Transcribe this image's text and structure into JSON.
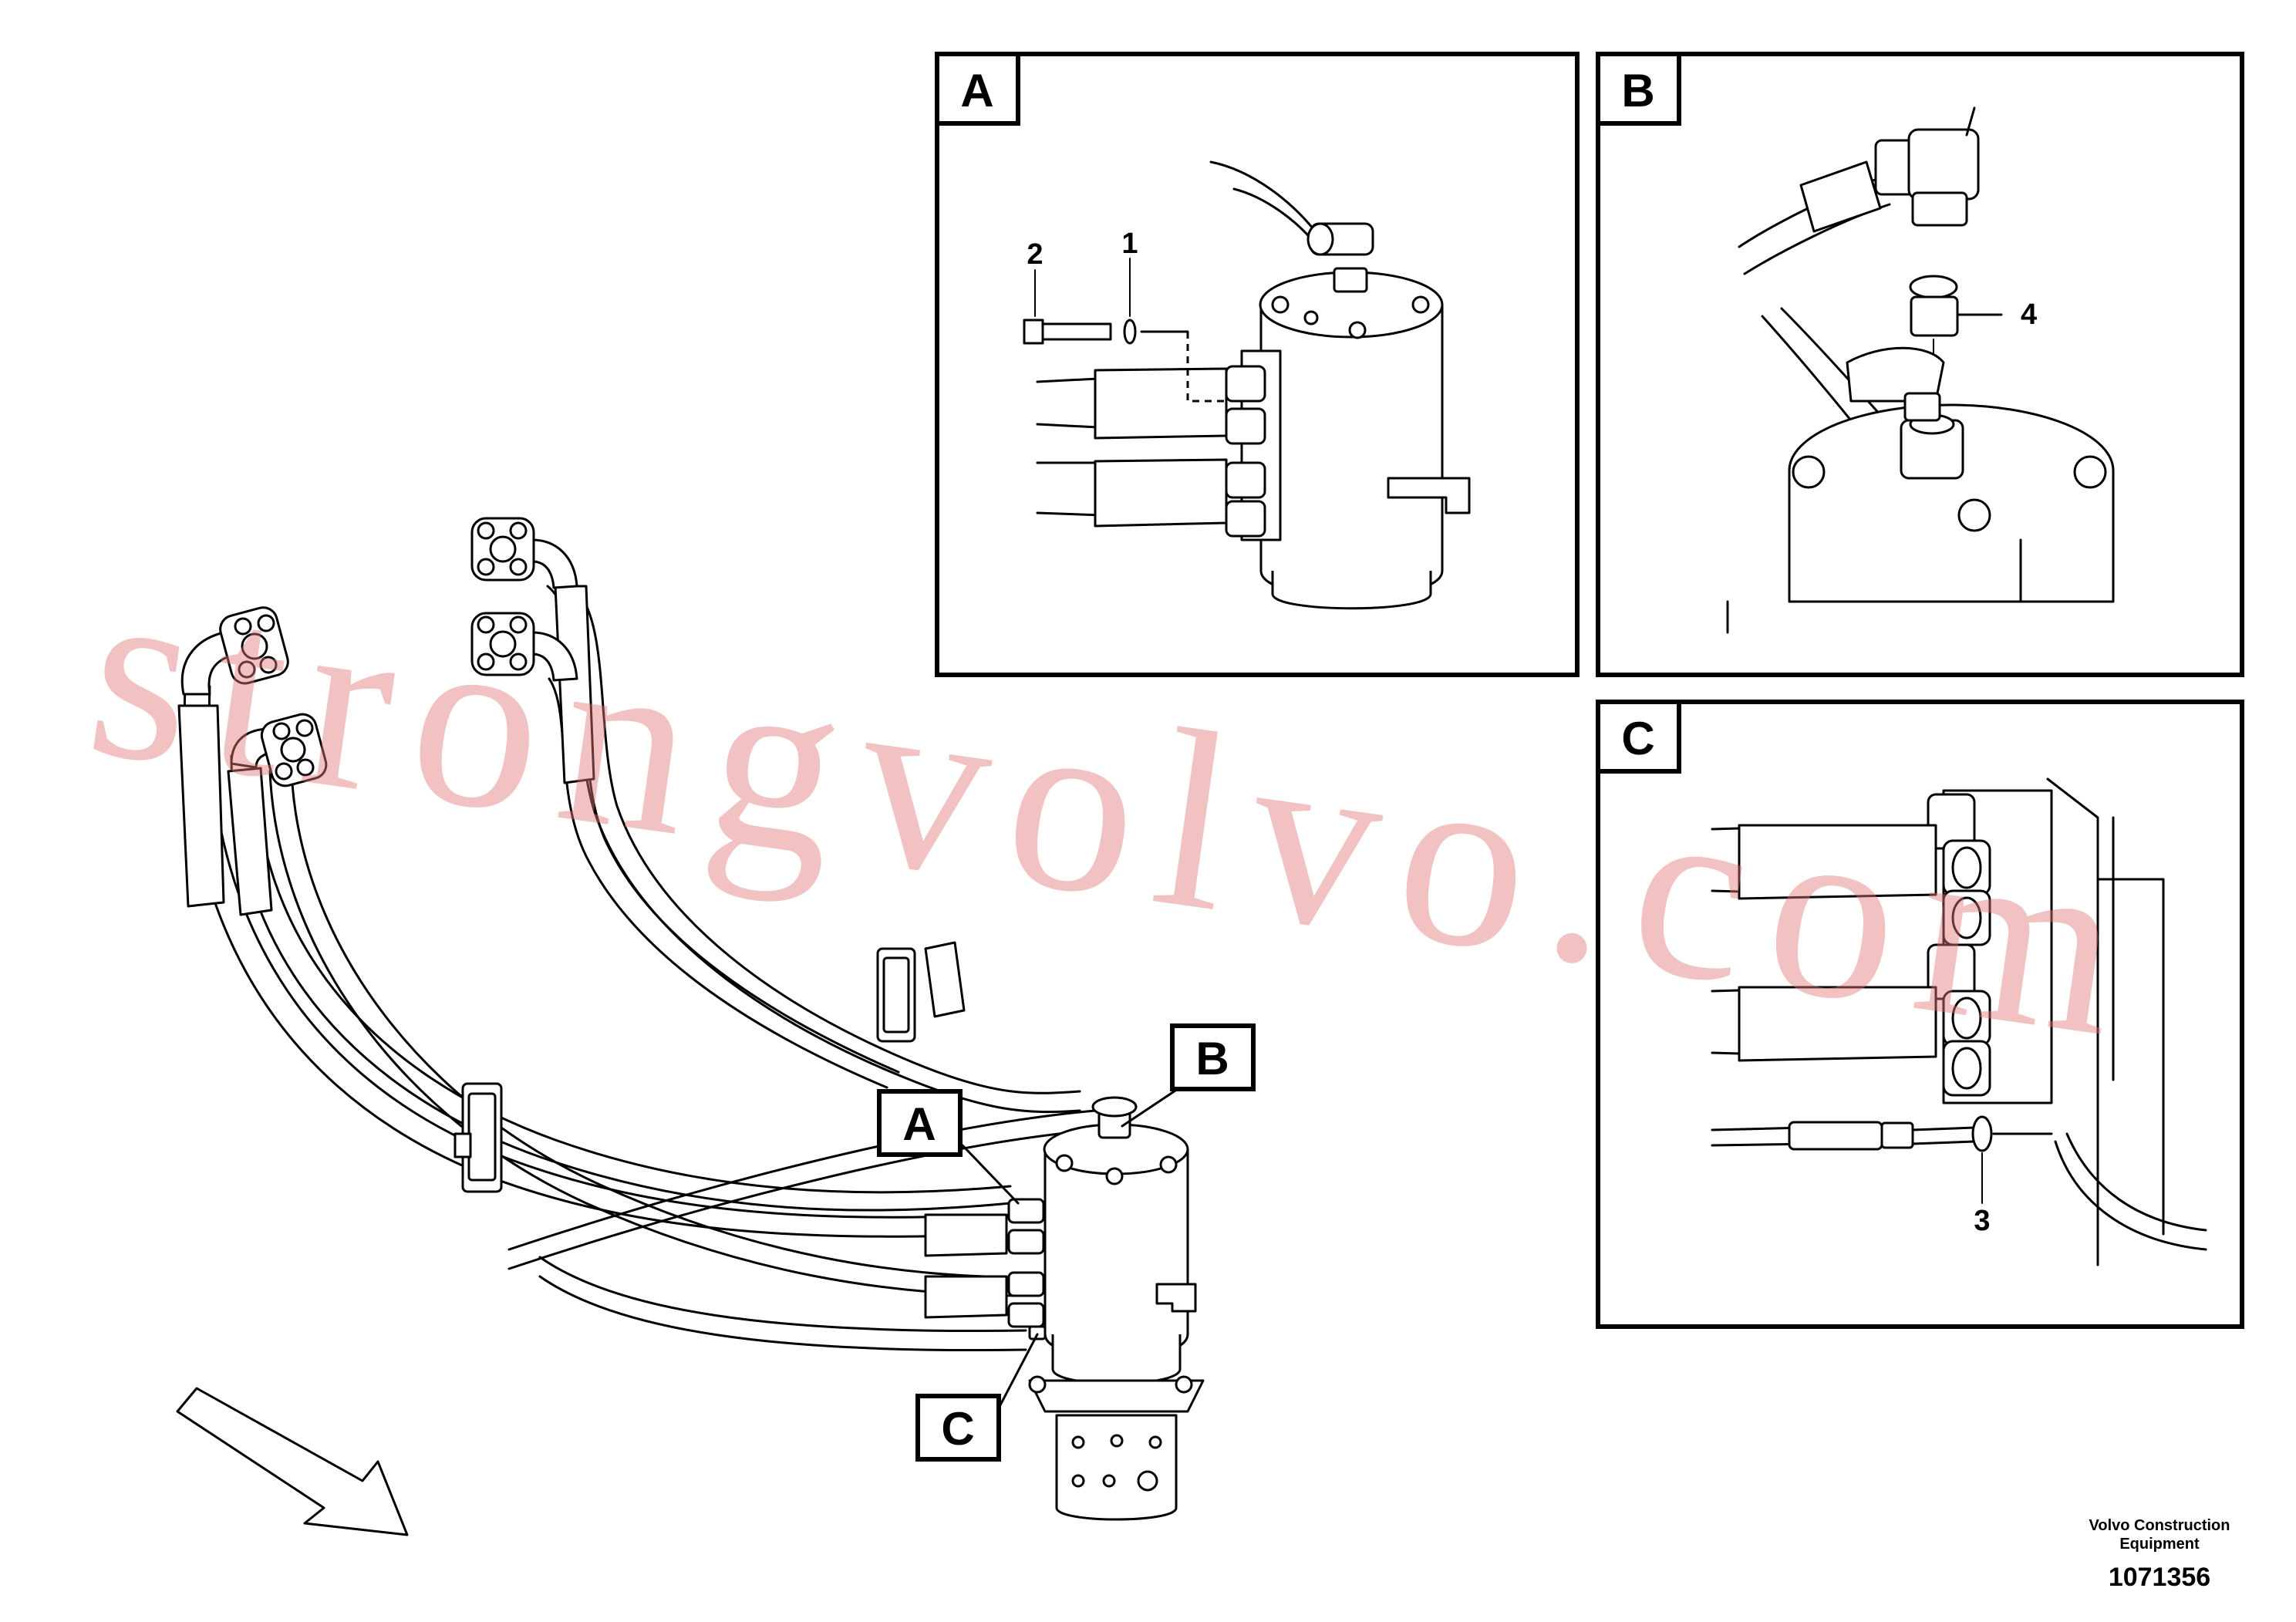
{
  "detail_tags": {
    "A": "A",
    "B": "B",
    "C": "C"
  },
  "callouts": {
    "item_1": "1",
    "item_2": "2",
    "item_3": "3",
    "item_4": "4"
  },
  "watermark": "strongvolvo.com",
  "footer": {
    "brand_line1": "Volvo Construction",
    "brand_line2": "Equipment",
    "drawing_number": "1071356"
  }
}
